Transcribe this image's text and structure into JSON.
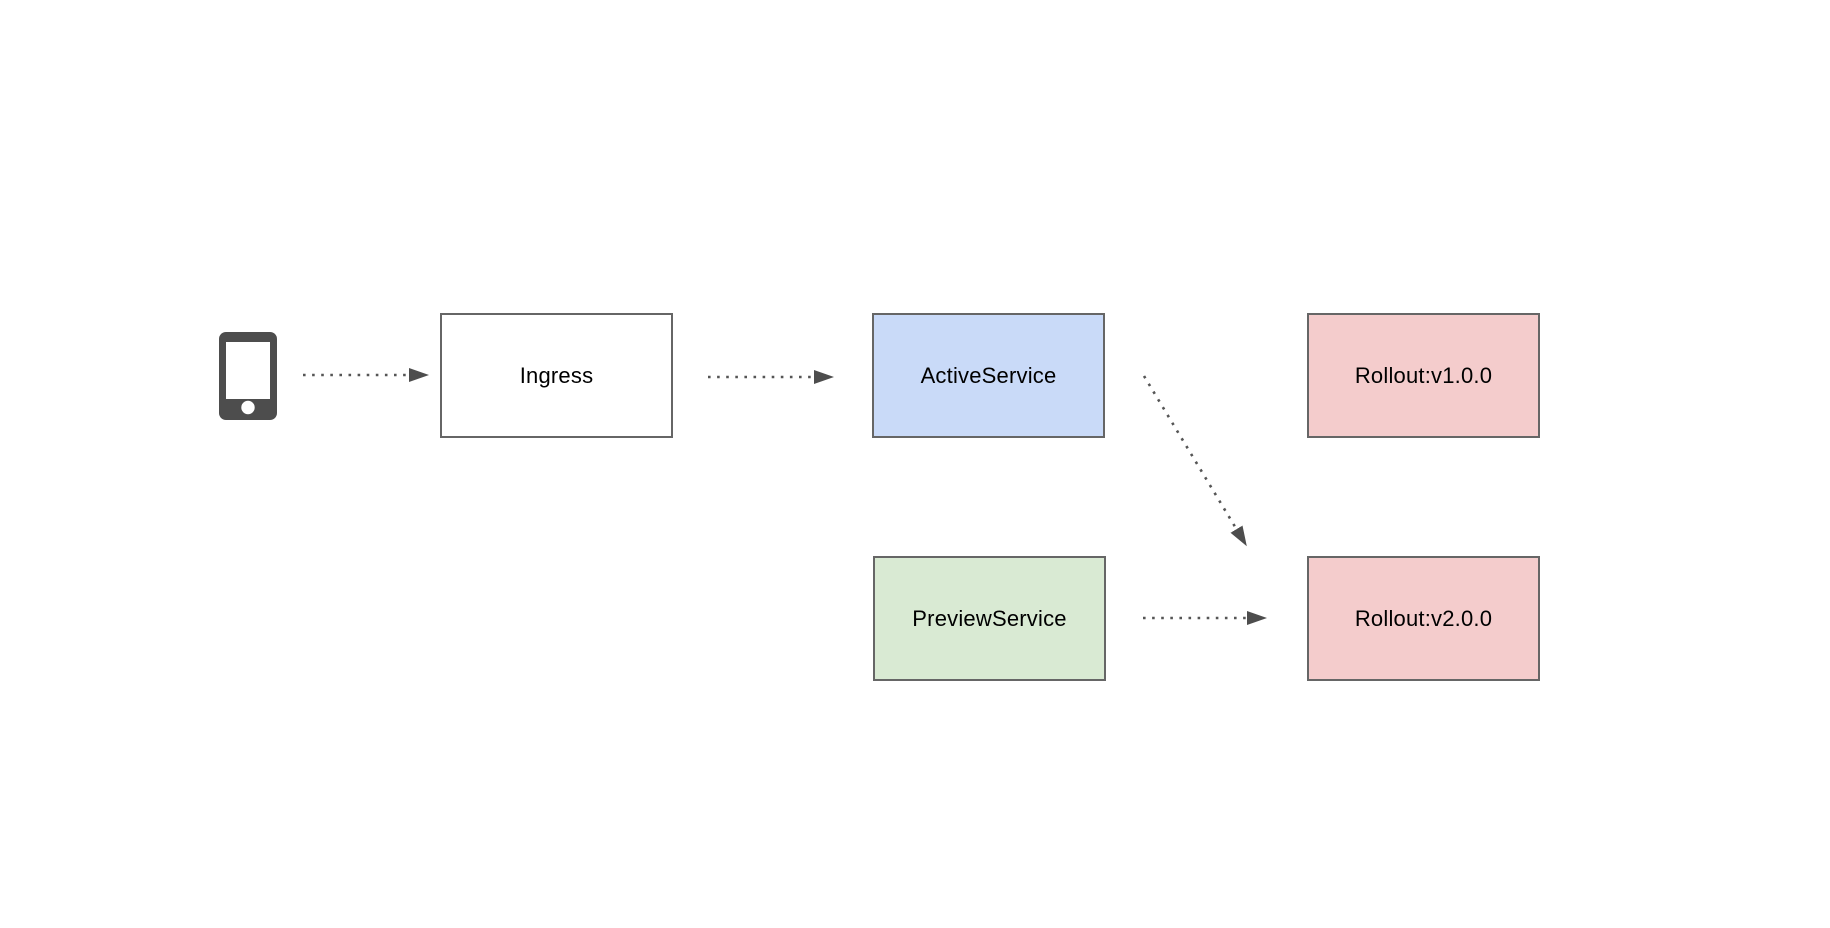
{
  "diagram": {
    "type": "flow-diagram",
    "background_color": "#ffffff",
    "text_color": "#000000",
    "nodes": {
      "client": {
        "icon": "mobile-device-icon",
        "icon_color": "#4d4d4d"
      },
      "ingress": {
        "label": "Ingress",
        "fill": "#ffffff",
        "border_color": "#666666"
      },
      "active_service": {
        "label": "ActiveService",
        "fill": "#c9daf8",
        "border_color": "#666666"
      },
      "rollout_v1": {
        "label": "Rollout:v1.0.0",
        "fill": "#f4cccc",
        "border_color": "#666666"
      },
      "preview_service": {
        "label": "PreviewService",
        "fill": "#d9ead3",
        "border_color": "#666666"
      },
      "rollout_v2": {
        "label": "Rollout:v2.0.0",
        "fill": "#f4cccc",
        "border_color": "#666666"
      }
    },
    "edges": [
      {
        "from": "client",
        "to": "ingress",
        "style": "dotted",
        "line_color": "#555555",
        "arrow_color": "#4d4d4d"
      },
      {
        "from": "ingress",
        "to": "active_service",
        "style": "dotted",
        "line_color": "#555555",
        "arrow_color": "#4d4d4d"
      },
      {
        "from": "active_service",
        "to": "rollout_v2",
        "style": "dotted",
        "line_color": "#555555",
        "arrow_color": "#4d4d4d"
      },
      {
        "from": "preview_service",
        "to": "rollout_v2",
        "style": "dotted",
        "line_color": "#555555",
        "arrow_color": "#4d4d4d"
      }
    ]
  }
}
